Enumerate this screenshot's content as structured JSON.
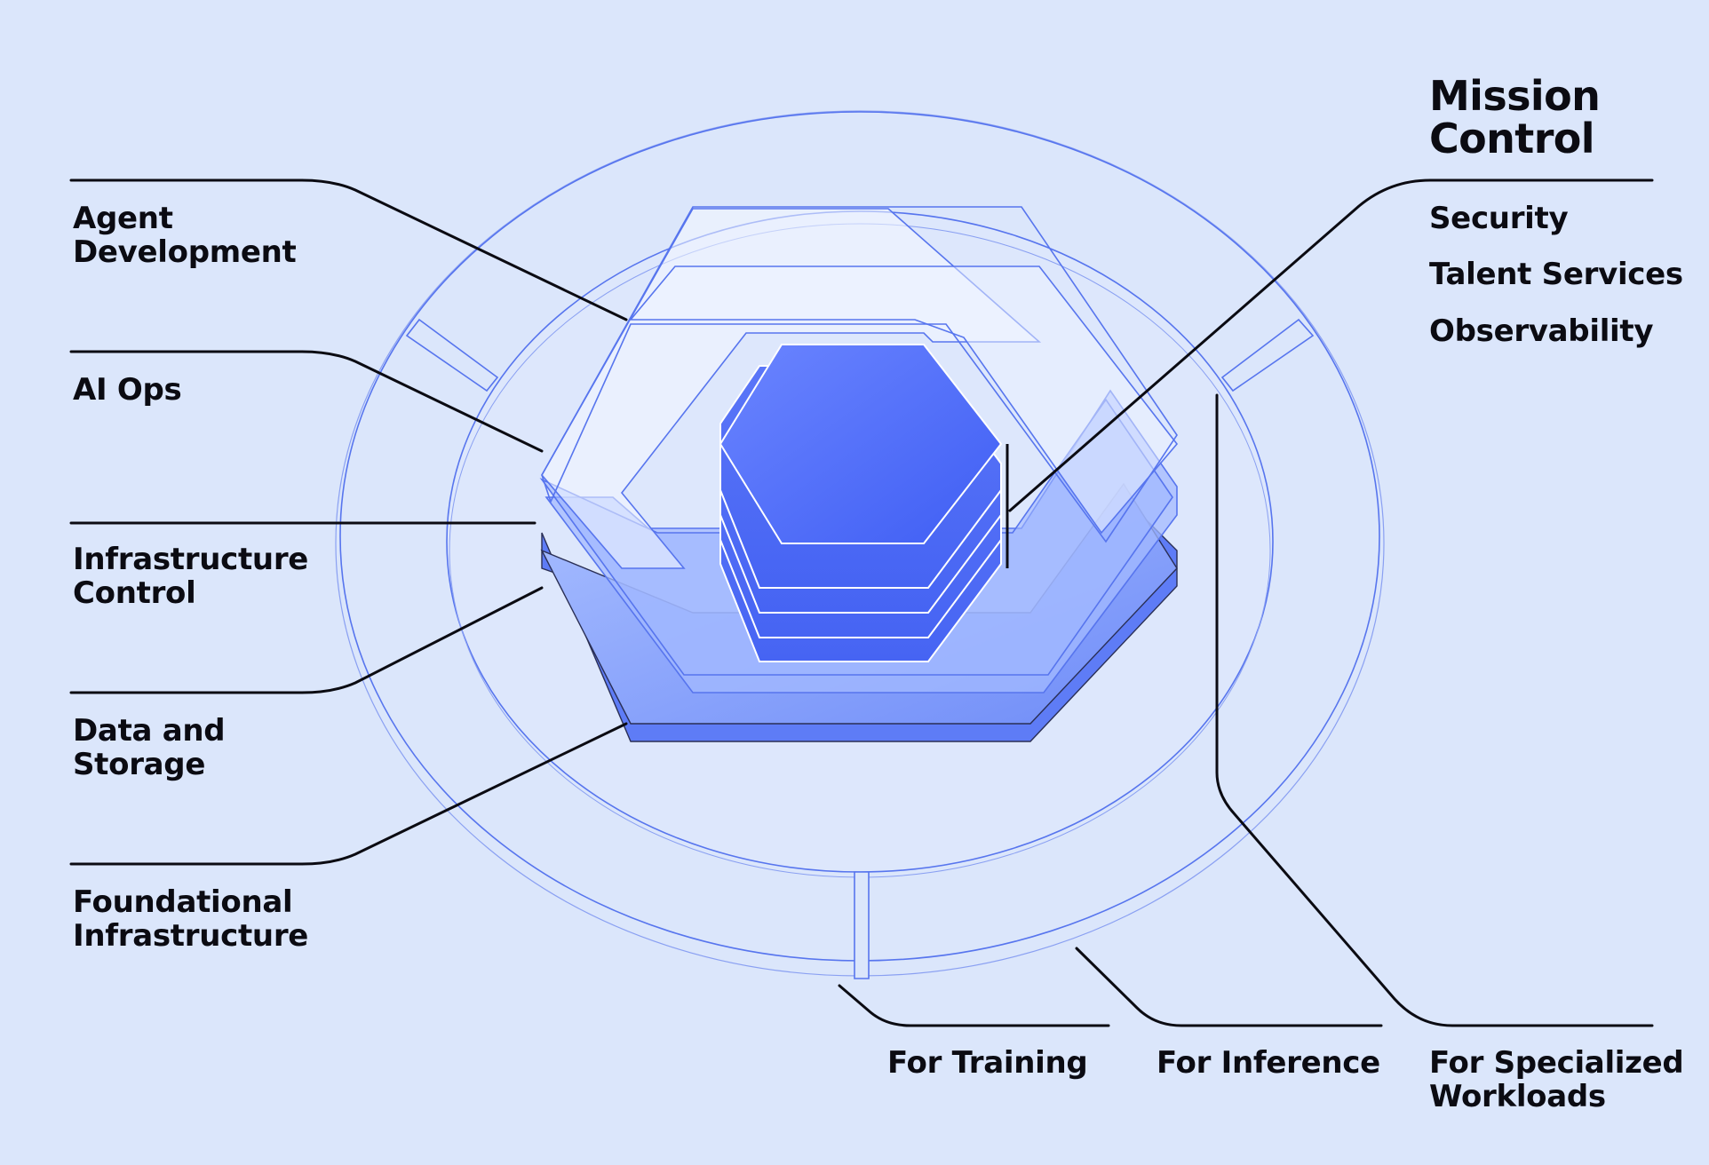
{
  "colors": {
    "background": "#dbe6fb",
    "accent_blue": "#4a66f7",
    "outline_blue": "#5775ee",
    "leader_line": "#0b0b12"
  },
  "left_labels": [
    {
      "lines": [
        "Agent",
        "Development"
      ]
    },
    {
      "lines": [
        "AI Ops"
      ]
    },
    {
      "lines": [
        "Infrastructure",
        "Control"
      ]
    },
    {
      "lines": [
        "Data and",
        "Storage"
      ]
    },
    {
      "lines": [
        "Foundational",
        "Infrastructure"
      ]
    }
  ],
  "mission_control": {
    "title_lines": [
      "Mission",
      "Control"
    ],
    "items": [
      "Security",
      "Talent Services",
      "Observability"
    ]
  },
  "bottom_labels": [
    {
      "lines": [
        "For Training"
      ]
    },
    {
      "lines": [
        "For Inference"
      ]
    },
    {
      "lines": [
        "For Specialized",
        "Workloads"
      ]
    }
  ]
}
